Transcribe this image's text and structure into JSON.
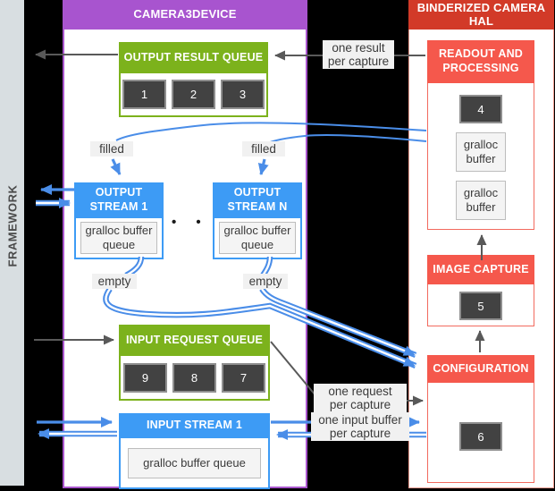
{
  "framework": {
    "label": "FRAMEWORK"
  },
  "camera3device": {
    "title": "CAMERA3DEVICE",
    "output_result_queue": {
      "title": "OUTPUT RESULT QUEUE",
      "items": [
        "1",
        "2",
        "3"
      ]
    },
    "output_stream_1": {
      "title": "OUTPUT STREAM 1",
      "buffer": "gralloc buffer queue"
    },
    "output_stream_n": {
      "title": "OUTPUT STREAM N",
      "buffer": "gralloc buffer queue"
    },
    "ellipsis": "• • •",
    "input_request_queue": {
      "title": "INPUT REQUEST QUEUE",
      "items": [
        "9",
        "8",
        "7"
      ]
    },
    "input_stream_1": {
      "title": "INPUT STREAM 1",
      "buffer": "gralloc buffer queue"
    }
  },
  "binderized_camera_hal": {
    "title": "BINDERIZED CAMERA HAL",
    "readout_and_processing": {
      "title": "READOUT AND PROCESSING",
      "item": "4",
      "buffers": [
        "gralloc buffer",
        "gralloc buffer"
      ]
    },
    "image_capture": {
      "title": "IMAGE CAPTURE",
      "item": "5"
    },
    "configuration": {
      "title": "CONFIGURATION",
      "item": "6"
    }
  },
  "annotations": {
    "filled_1": "filled",
    "filled_n": "filled",
    "empty_1": "empty",
    "empty_n": "empty",
    "one_result_per_capture": "one result\nper capture",
    "one_request_per_capture": "one request\nper capture",
    "one_input_buffer_per_capture": "one input buffer\nper capture"
  },
  "colors": {
    "framework_bar": "#d8dee1",
    "camera3device_purple": "#a854cf",
    "queue_green": "#7cb21c",
    "stream_blue": "#3d9bf5",
    "hal_red": "#d23a28",
    "hal_salmon": "#f5584c",
    "arrow_blue": "#4a8de8",
    "arrow_gray": "#595959",
    "dark_box": "#424242",
    "label_bg": "#f1f1f1"
  }
}
